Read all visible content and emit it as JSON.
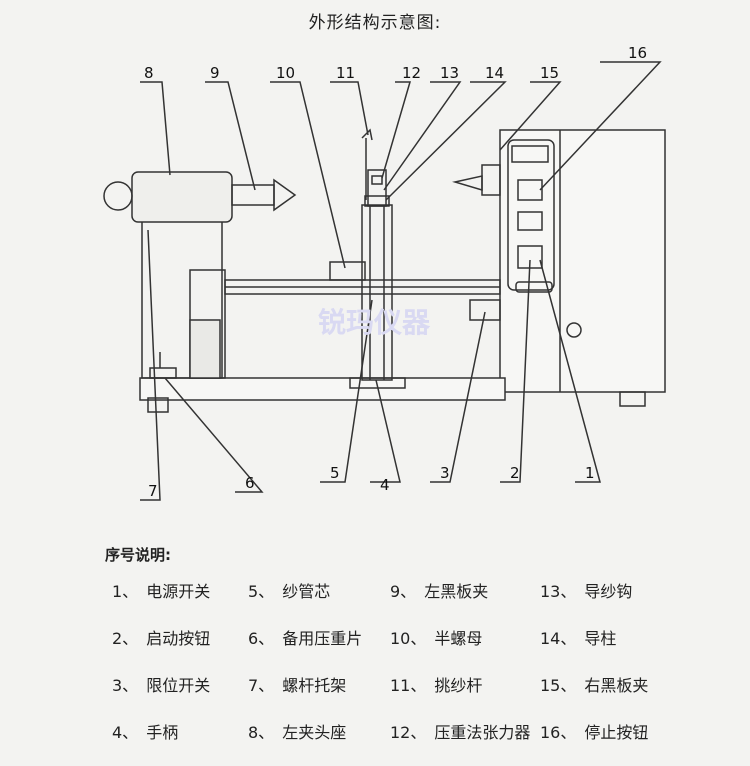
{
  "title": "外形结构示意图:",
  "watermark": "锐玛仪器",
  "legend_heading": "序号说明:",
  "callouts": [
    "1",
    "2",
    "3",
    "4",
    "5",
    "6",
    "7",
    "8",
    "9",
    "10",
    "11",
    "12",
    "13",
    "14",
    "15",
    "16"
  ],
  "legend": [
    {
      "num": "1、",
      "label": "电源开关"
    },
    {
      "num": "5、",
      "label": "纱管芯"
    },
    {
      "num": "9、",
      "label": "左黑板夹"
    },
    {
      "num": "13、",
      "label": "导纱钩"
    },
    {
      "num": "2、",
      "label": "启动按钮"
    },
    {
      "num": "6、",
      "label": "备用压重片"
    },
    {
      "num": "10、",
      "label": "半螺母"
    },
    {
      "num": "14、",
      "label": "导柱"
    },
    {
      "num": "3、",
      "label": "限位开关"
    },
    {
      "num": "7、",
      "label": "螺杆托架"
    },
    {
      "num": "11、",
      "label": "挑纱杆"
    },
    {
      "num": "15、",
      "label": "右黑板夹"
    },
    {
      "num": "4、",
      "label": "手柄"
    },
    {
      "num": "8、",
      "label": "左夹头座"
    },
    {
      "num": "12、",
      "label": "压重法张力器"
    },
    {
      "num": "16、",
      "label": "停止按钮"
    }
  ]
}
